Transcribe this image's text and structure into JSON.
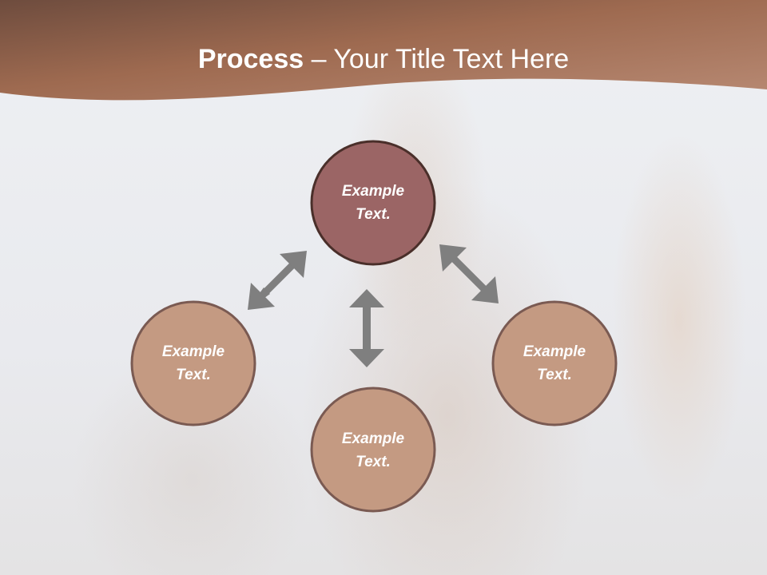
{
  "slide": {
    "title_bold": "Process",
    "title_separator": " – ",
    "title_rest": "Your Title Text Here"
  },
  "diagram": {
    "center": {
      "label_line1": "Example",
      "label_line2": "Text.",
      "fill": "#9b6565"
    },
    "left": {
      "label_line1": "Example",
      "label_line2": "Text.",
      "fill": "#c49a82"
    },
    "bottom": {
      "label_line1": "Example",
      "label_line2": "Text.",
      "fill": "#c49a82"
    },
    "right": {
      "label_line1": "Example",
      "label_line2": "Text.",
      "fill": "#c49a82"
    },
    "circle_border_color": "#7a5a52",
    "arrow_color": "#7f7f7f"
  },
  "colors": {
    "header_dark": "#6e4c3e",
    "header_mid": "#9e6a50",
    "header_light": "#b88a74"
  }
}
